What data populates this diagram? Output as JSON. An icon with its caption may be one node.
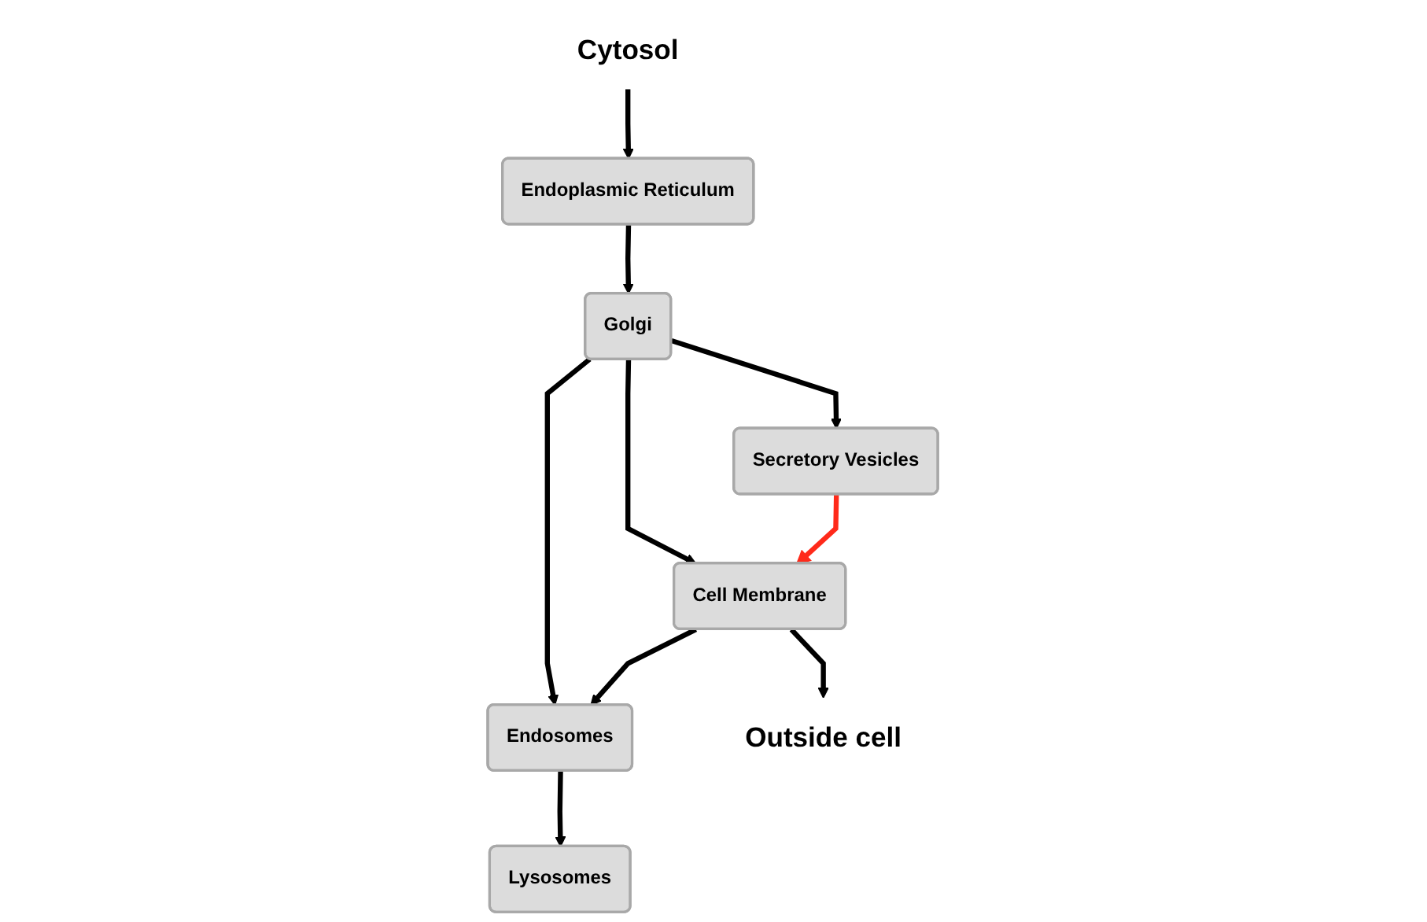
{
  "diagram": {
    "nodes": [
      {
        "text": [
          "Cytosol"
        ]
      },
      {
        "text": [
          "Endoplasmic Reticulum"
        ]
      },
      {
        "text": [
          "Golgi"
        ]
      },
      {
        "text": [
          "Endosomes"
        ]
      },
      {
        "text": [
          "Lysosomes"
        ]
      },
      {
        "text": [
          "Secretory Vesicles"
        ]
      },
      {
        "text": [
          "Cell Membrane"
        ]
      },
      {
        "text": [
          "Outside cell"
        ]
      }
    ],
    "edges": [
      {
        "from": 0,
        "to": 1,
        "arrow": "to"
      },
      {
        "from": 1,
        "to": 2,
        "arrow": "to"
      },
      {
        "from": 2,
        "to": 3,
        "arrow": "to"
      },
      {
        "from": 2,
        "to": 6,
        "arrow": "to"
      },
      {
        "from": 2,
        "to": 5,
        "arrow": "to"
      },
      {
        "from": 3,
        "to": 4,
        "arrow": "to"
      },
      {
        "from": 6,
        "to": 3,
        "arrow": "to"
      },
      {
        "from": 5,
        "to": 6,
        "arrow": "to",
        "color": "#ff2a1a"
      },
      {
        "from": 6,
        "to": 7,
        "arrow": "to"
      }
    ]
  }
}
